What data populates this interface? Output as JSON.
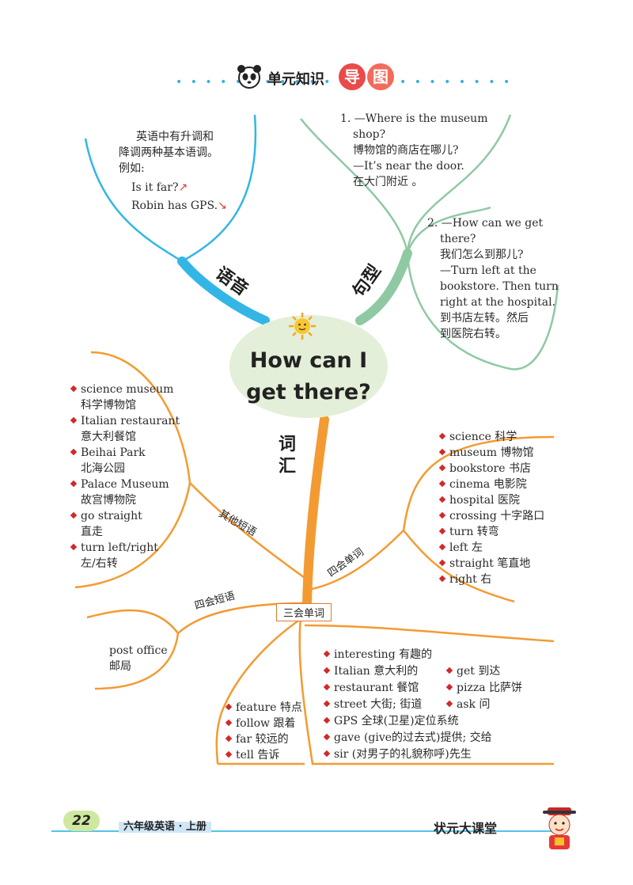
{
  "header": {
    "title_part1": "单元知识",
    "badge_1": "导",
    "badge_2": "图",
    "dots_left": "• • • • • • • • • • •",
    "dots_right": "• • • • • • • •"
  },
  "center": {
    "line1": "How can I",
    "line2": "get there?"
  },
  "branches": {
    "pronunciation": "语音",
    "sentence": "句型",
    "vocab": "词汇"
  },
  "pronunciation_box": {
    "lines": [
      "英语中有升调和",
      "降调两种基本语调。",
      "例如:"
    ],
    "example1": "Is it far?",
    "example1_arrow": "↗",
    "example2": "Robin has GPS.",
    "example2_arrow": "↘"
  },
  "sentences": {
    "s1": [
      "1. —Where is the museum",
      "shop?",
      "博物馆的商店在哪儿?",
      "—It’s near the door.",
      "在大门附近 。"
    ],
    "s2": [
      "2. —How can we get",
      "there?",
      "我们怎么到那儿?",
      "—Turn left at the",
      "bookstore. Then turn",
      "right at the hospital.",
      "到书店左转。然后",
      "到医院右转。"
    ]
  },
  "other_phrases": {
    "label": "其他短语",
    "items": [
      {
        "en": "science museum",
        "zh": "科学博物馆"
      },
      {
        "en": "Italian restaurant",
        "zh": "意大利餐馆"
      },
      {
        "en": "Beihai Park",
        "zh": "北海公园"
      },
      {
        "en": "Palace Museum",
        "zh": "故宫博物院"
      },
      {
        "en": "go straight",
        "zh": "直走"
      },
      {
        "en": "turn left/right",
        "zh": "左/右转"
      }
    ]
  },
  "four_words": {
    "label": "四会单词",
    "items": [
      "science 科学",
      "museum 博物馆",
      "bookstore 书店",
      "cinema 电影院",
      "hospital 医院",
      "crossing 十字路口",
      "turn 转弯",
      "left 左",
      "straight 笔直地",
      "right 右"
    ]
  },
  "four_phrases": {
    "label": "四会短语",
    "items": [
      "post office",
      "邮局"
    ]
  },
  "three_words": {
    "label": "三会单词",
    "left_items": [
      "feature 特点",
      "follow 跟着",
      "far 较远的",
      "tell 告诉"
    ],
    "mid_items": [
      "interesting 有趣的",
      "Italian 意大利的",
      "restaurant 餐馆",
      "street 大街; 街道",
      "GPS 全球(卫星)定位系统",
      "gave (give的过去式)提供; 交给",
      "sir (对男子的礼貌称呼)先生"
    ],
    "right_items": [
      "get 到达",
      "pizza 比萨饼",
      "ask 问"
    ]
  },
  "footer": {
    "page_number": "22",
    "book": "六年级英语 · 上册",
    "brand": "状元大课堂"
  }
}
